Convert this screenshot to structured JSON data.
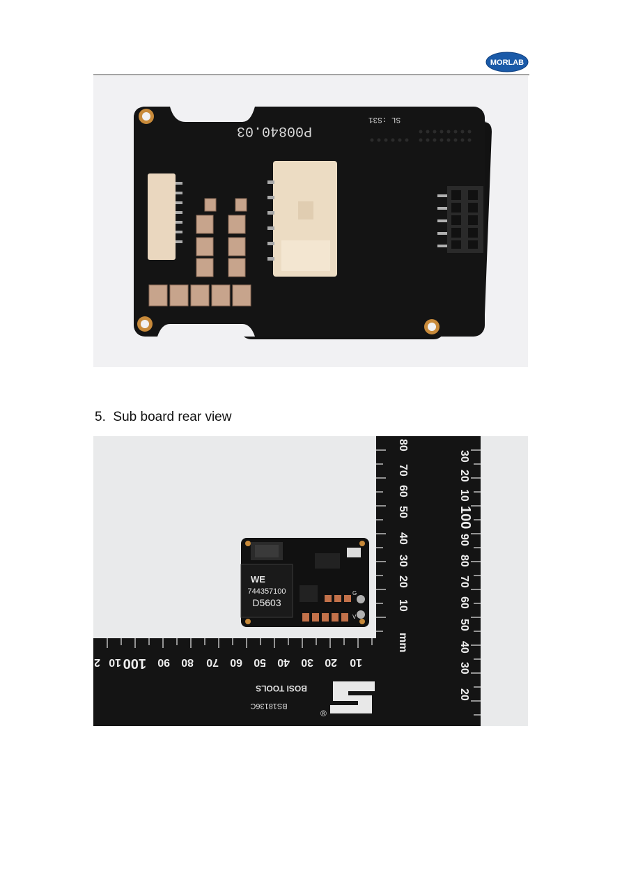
{
  "header": {
    "logo_text": "MORLAB"
  },
  "figure1": {
    "board_code": "P00840.03",
    "board_mark": "SL :S31"
  },
  "section": {
    "number": "5.",
    "title": "Sub board rear view"
  },
  "figure2": {
    "inductor_brand": "WE",
    "inductor_part": "744357100",
    "inductor_code": "D5603",
    "pad_label_g": "G",
    "pad_label_v": "V",
    "ruler_vertical_ticks": [
      "30",
      "20",
      "10",
      "100",
      "90",
      "80",
      "70",
      "60",
      "50",
      "40",
      "30",
      "20"
    ],
    "ruler_vertical_inner": [
      "80",
      "70",
      "60",
      "50",
      "40",
      "30",
      "20",
      "10"
    ],
    "ruler_unit": "mm",
    "ruler_horizontal_ticks": [
      "2",
      "10",
      "100",
      "90",
      "80",
      "70",
      "60",
      "50",
      "40",
      "30",
      "20",
      "10"
    ],
    "ruler_brand": "BOSI TOOLS",
    "ruler_model": "BS18136C",
    "ruler_registered": "®"
  }
}
